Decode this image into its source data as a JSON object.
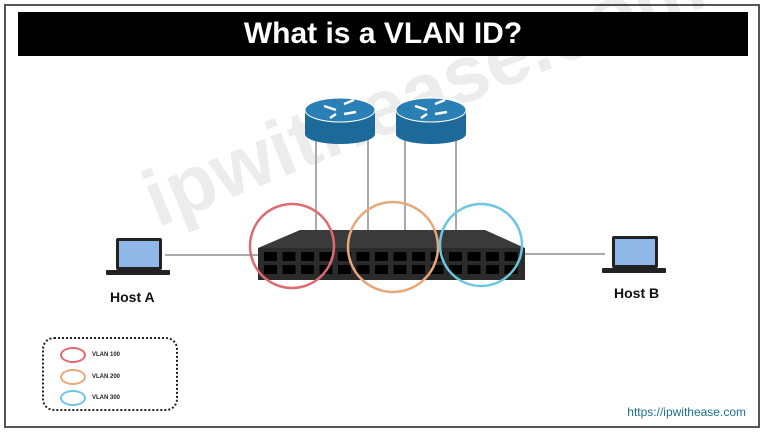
{
  "title": "What is a VLAN ID?",
  "watermark": "ipwithease.com",
  "hosts": [
    {
      "label": "Host A"
    },
    {
      "label": "Host B"
    }
  ],
  "legend": [
    {
      "label": "VLAN 100",
      "color": "#e06a70"
    },
    {
      "label": "VLAN 200",
      "color": "#e8a87a"
    },
    {
      "label": "VLAN 300",
      "color": "#6cc6e0"
    }
  ],
  "url": "https://ipwithease.com",
  "colors": {
    "router": "#1d6a9a",
    "switch": "#2b2b2b",
    "link": "#aaaaaa"
  }
}
